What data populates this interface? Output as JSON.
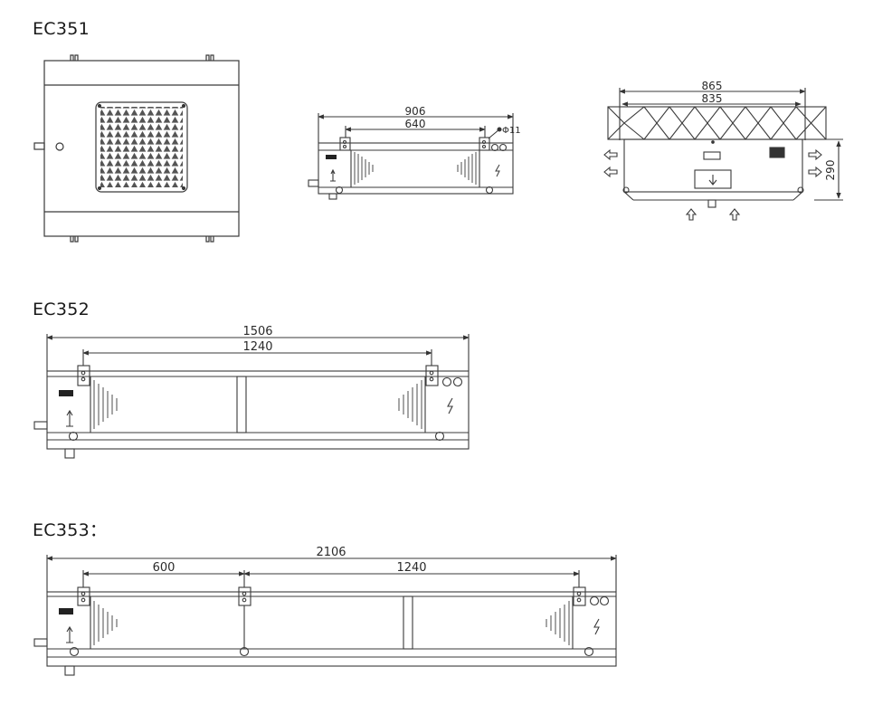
{
  "sections": {
    "ec351": {
      "label": "EC351",
      "front": {
        "overall": "906",
        "mount": "640",
        "hole": "Φ11"
      },
      "side": {
        "overall": "865",
        "inner": "835",
        "height": "290"
      }
    },
    "ec352": {
      "label": "EC352",
      "overall": "1506",
      "mount": "1240"
    },
    "ec353": {
      "label": "EC353：",
      "overall": "2106",
      "mount_a": "600",
      "mount_b": "1240"
    }
  },
  "colors": {
    "line": "#3a3a3a",
    "fan_fill": "#5a5a5a",
    "background": "#ffffff"
  }
}
